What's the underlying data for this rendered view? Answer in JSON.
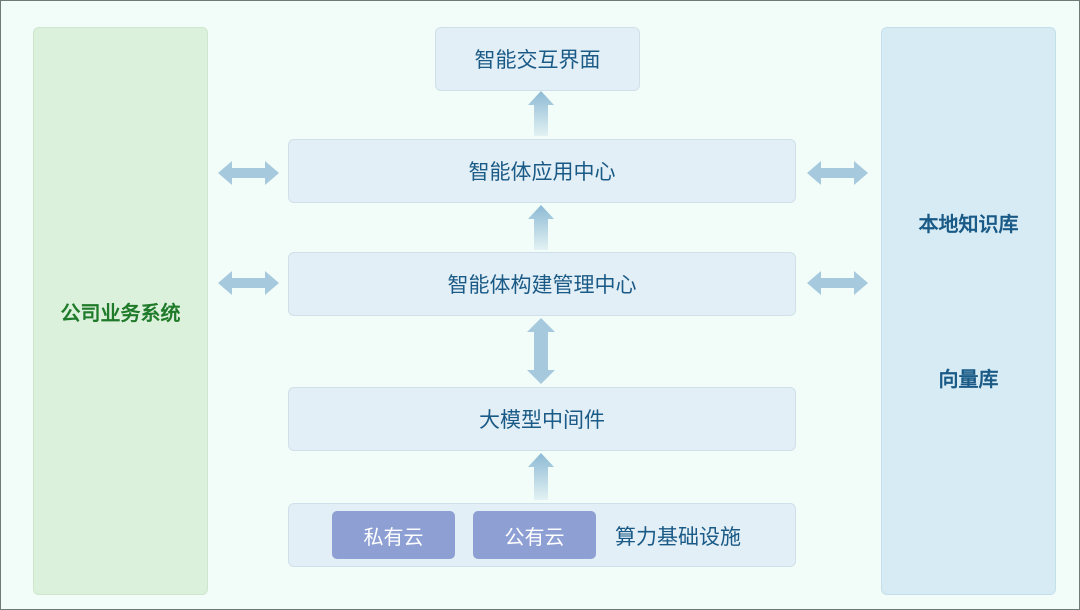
{
  "left_panel": {
    "label": "公司业务系统"
  },
  "right_panel": {
    "knowledge_base": "本地知识库",
    "vector_db": "向量库"
  },
  "layers": {
    "interface": "智能交互界面",
    "agent_app_center": "智能体应用中心",
    "agent_build_center": "智能体构建管理中心",
    "middleware": "大模型中间件"
  },
  "infrastructure": {
    "private_cloud": "私有云",
    "public_cloud": "公有云",
    "label": "算力基础设施"
  },
  "colors": {
    "left_panel_bg": "#dcf1db",
    "left_panel_text": "#1f7a2a",
    "right_panel_bg": "#d6ebf4",
    "box_bg": "#e3eff6",
    "box_text": "#1a5a86",
    "pill_bg": "#8e9fd4",
    "arrow": "#8cb9d4"
  }
}
